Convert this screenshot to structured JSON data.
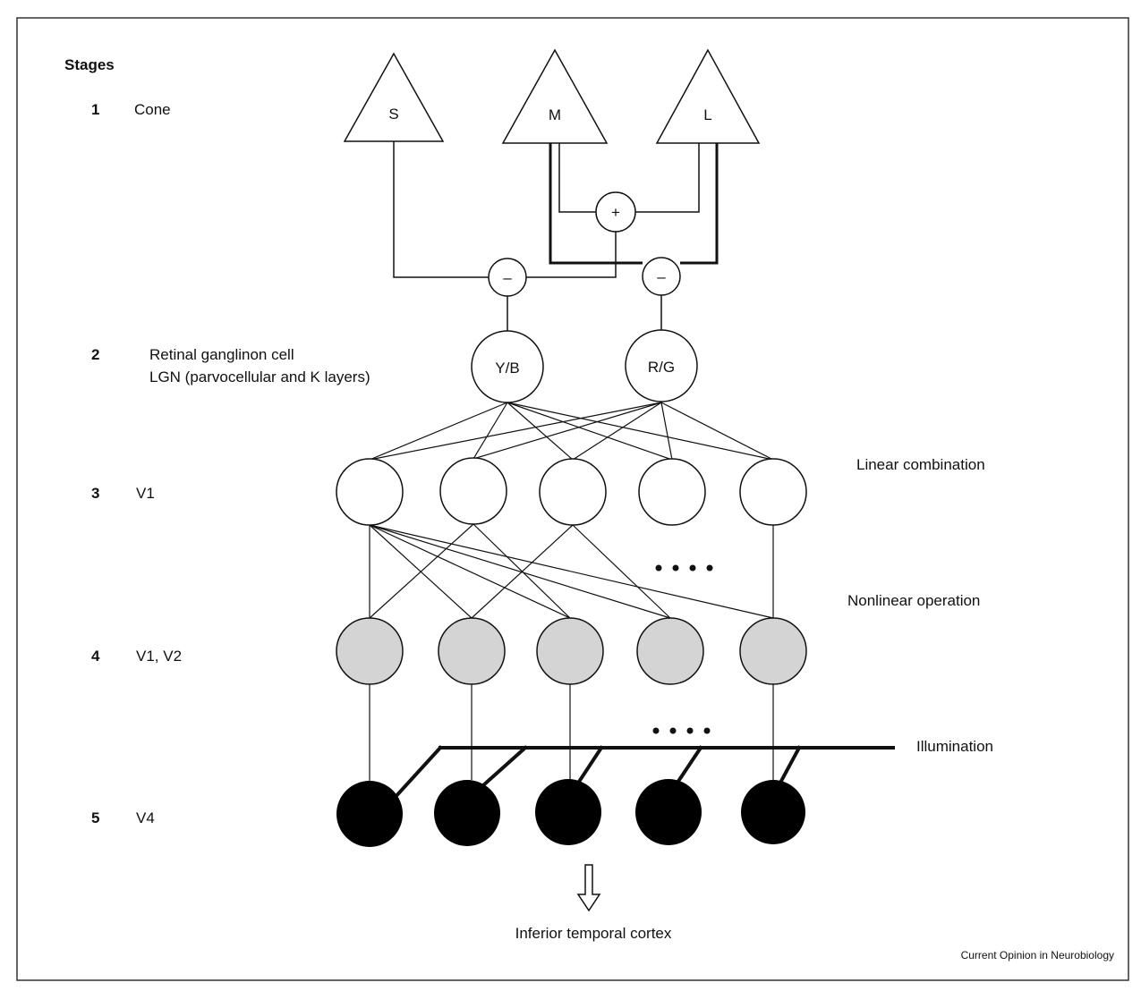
{
  "stages_heading": "Stages",
  "stages": [
    {
      "number": "1",
      "name": "Cone"
    },
    {
      "number": "2",
      "name": "Retinal ganglinon cell",
      "name_line2": "LGN (parvocellular and K layers)"
    },
    {
      "number": "3",
      "name": "V1"
    },
    {
      "number": "4",
      "name": "V1, V2"
    },
    {
      "number": "5",
      "name": "V4"
    }
  ],
  "cones": [
    "S",
    "M",
    "L"
  ],
  "summing_node": "+",
  "opponent_nodes": [
    "–",
    "–"
  ],
  "channels": [
    "Y/B",
    "R/G"
  ],
  "operations": {
    "linear": "Linear combination",
    "nonlinear": "Nonlinear operation",
    "illumination": "Illumination"
  },
  "output": "Inferior temporal cortex",
  "credit": "Current Opinion in Neurobiology",
  "colors": {
    "line": "#111111",
    "v1v2_fill": "#d4d4d4",
    "v4_fill": "#000000"
  }
}
